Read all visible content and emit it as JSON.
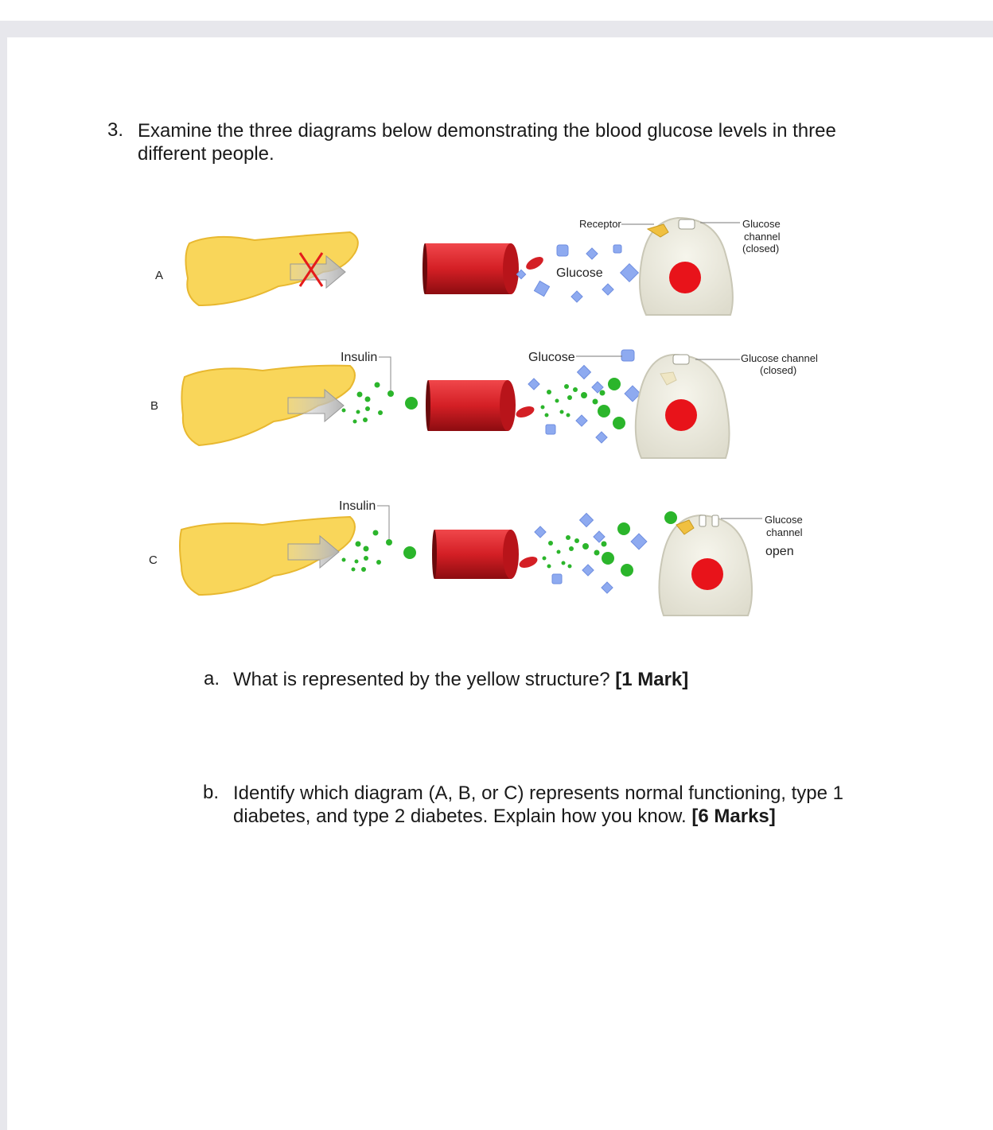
{
  "question": {
    "number": "3.",
    "text": "Examine the three diagrams below demonstrating the blood glucose levels in three different people."
  },
  "diagram": {
    "rows": [
      {
        "label": "A"
      },
      {
        "label": "B"
      },
      {
        "label": "C"
      }
    ],
    "labels": {
      "receptor": "Receptor",
      "glucose_a": "Glucose",
      "glucose_channel_a_line1": "Glucose",
      "glucose_channel_a_line2": "channel",
      "glucose_channel_a_line3": "(closed)",
      "insulin_b": "Insulin",
      "glucose_b": "Glucose",
      "glucose_channel_b_line1": "Glucose channel",
      "glucose_channel_b_line2": "(closed)",
      "insulin_c": "Insulin",
      "glucose_channel_c_line1": "Glucose",
      "glucose_channel_c_line2": "channel",
      "open_c": "open"
    },
    "colors": {
      "pancreas": "#f9d65a",
      "vessel": "#d41f25",
      "insulin": "#2bb52b",
      "glucose": "#8eaaf0",
      "cell": "#ecebe0",
      "nucleus": "#e8131a",
      "receptor": "#f0c040"
    }
  },
  "parts": {
    "a": {
      "label": "a.",
      "text": "What is represented by the yellow structure?",
      "marks": "[1 Mark]"
    },
    "b": {
      "label": "b.",
      "text": "Identify which diagram (A, B, or C) represents normal functioning, type 1 diabetes, and type 2 diabetes.  Explain how you know.",
      "marks": "[6 Marks]"
    }
  }
}
